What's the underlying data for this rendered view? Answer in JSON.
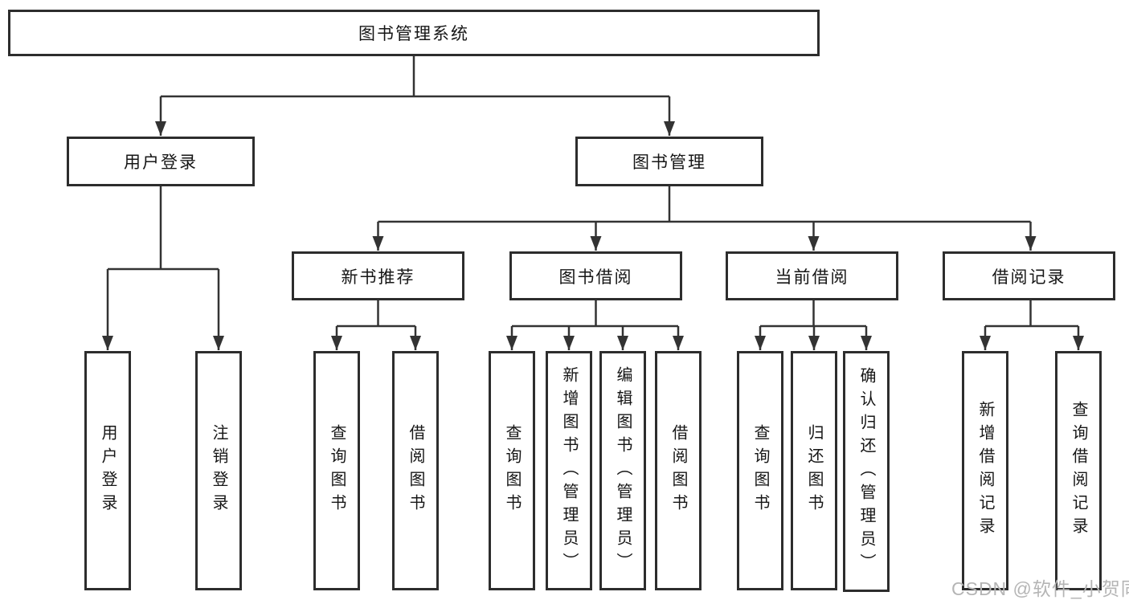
{
  "diagram": {
    "type": "function-structure-tree",
    "root": {
      "label": "图书管理系统",
      "children": [
        {
          "label": "用户登录",
          "children": [
            {
              "label": "用户登录"
            },
            {
              "label": "注销登录"
            }
          ]
        },
        {
          "label": "图书管理",
          "children": [
            {
              "label": "新书推荐",
              "children": [
                {
                  "label": "查询图书"
                },
                {
                  "label": "借阅图书"
                }
              ]
            },
            {
              "label": "图书借阅",
              "children": [
                {
                  "label": "查询图书"
                },
                {
                  "label": "新增图书（管理员）"
                },
                {
                  "label": "编辑图书（管理员）"
                },
                {
                  "label": "借阅图书"
                }
              ]
            },
            {
              "label": "当前借阅",
              "children": [
                {
                  "label": "查询图书"
                },
                {
                  "label": "归还图书"
                },
                {
                  "label": "确认归还（管理员）"
                }
              ]
            },
            {
              "label": "借阅记录",
              "children": [
                {
                  "label": "新增借阅记录"
                },
                {
                  "label": "查询借阅记录"
                }
              ]
            }
          ]
        }
      ]
    }
  },
  "watermark": {
    "text": "CSDN @软件_小贺同学"
  },
  "colors": {
    "line": "#333333",
    "box_border": "#2d2d2d",
    "box_fill": "#ffffff",
    "text": "#161616",
    "watermark": "#b5b5b5",
    "background": "#ffffff"
  }
}
